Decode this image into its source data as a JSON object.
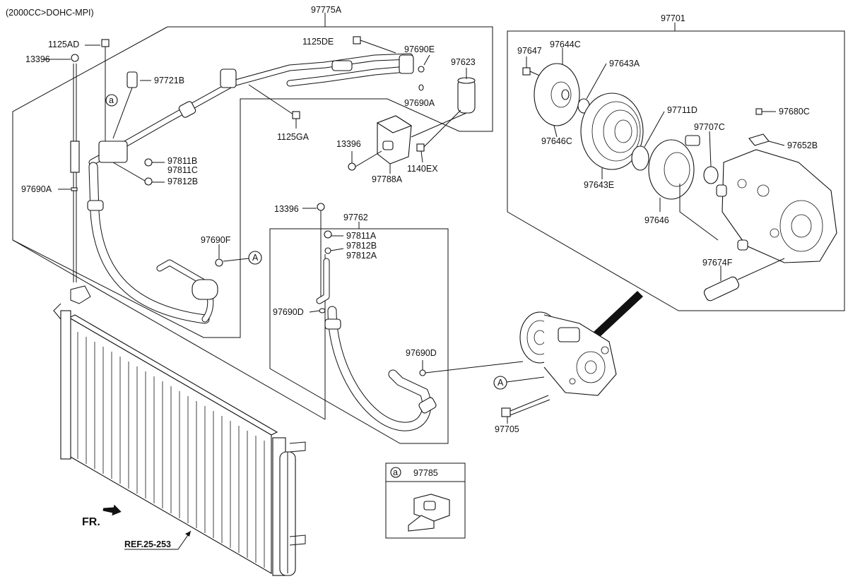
{
  "header": {
    "engine_spec": "(2000CC>DOHC-MPI)"
  },
  "labels": {
    "p97775A": "97775A",
    "p97701": "97701",
    "p1125AD": "1125AD",
    "p13396_a": "13396",
    "p97721B": "97721B",
    "p1125DE": "1125DE",
    "p97690E": "97690E",
    "p97623": "97623",
    "p97690A_top": "97690A",
    "p1125GA": "1125GA",
    "p13396_b": "13396",
    "p1140EX": "1140EX",
    "p97788A": "97788A",
    "p97811B": "97811B",
    "p97811C": "97811C",
    "p97812B_l": "97812B",
    "p97690A_l": "97690A",
    "p97690F": "97690F",
    "p13396_c": "13396",
    "p97762": "97762",
    "p97811A": "97811A",
    "p97812B_m": "97812B",
    "p97812A": "97812A",
    "p97690D_l": "97690D",
    "p97690D_r": "97690D",
    "p97705": "97705",
    "p97647": "97647",
    "p97644C": "97644C",
    "p97643A": "97643A",
    "p97646C": "97646C",
    "p97643E": "97643E",
    "p97711D": "97711D",
    "p97707C": "97707C",
    "p97680C": "97680C",
    "p97652B": "97652B",
    "p97646": "97646",
    "p97674F": "97674F",
    "p97785": "97785"
  },
  "callouts": {
    "a": "a",
    "A": "A"
  },
  "footer": {
    "fr": "FR.",
    "ref": "REF.25-253"
  },
  "icons": [
    "condenser-icon",
    "compressor-icon",
    "clutch-pulley-icon",
    "receiver-drier-icon",
    "pressure-sensor-icon",
    "bracket-icon",
    "bolt-icon",
    "nut-icon",
    "o-ring-icon",
    "front-arrow-icon"
  ]
}
